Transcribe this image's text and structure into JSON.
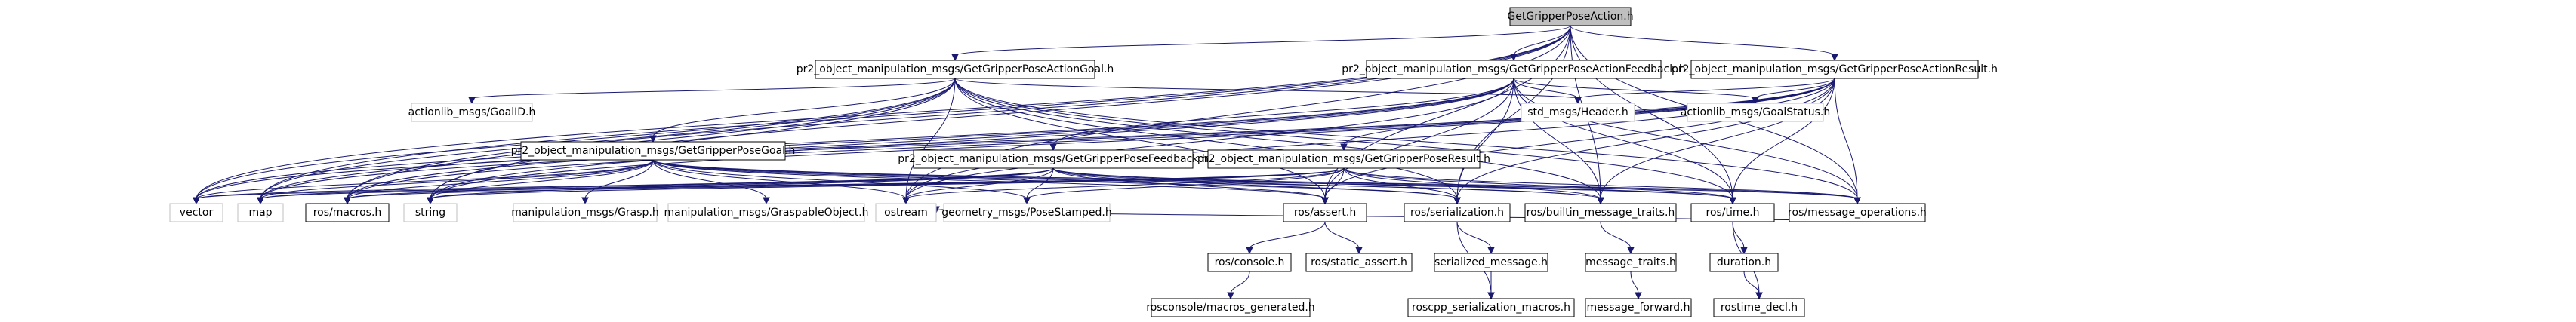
{
  "graph": {
    "colors": {
      "root_fill": "#bfbfbf",
      "header_stroke": "#000000",
      "external_stroke": "#bfbfbf",
      "node_fill": "#ffffff",
      "text": "#000000",
      "edge": "#191970"
    },
    "nodes": [
      {
        "id": "n0",
        "label": "GetGripperPoseAction.h",
        "kind": "root"
      },
      {
        "id": "n1",
        "label": "pr2_object_manipulation_msgs/GetGripperPoseActionGoal.h",
        "kind": "header"
      },
      {
        "id": "n2",
        "label": "pr2_object_manipulation_msgs/GetGripperPoseActionFeedback.h",
        "kind": "header"
      },
      {
        "id": "n3",
        "label": "pr2_object_manipulation_msgs/GetGripperPoseActionResult.h",
        "kind": "header"
      },
      {
        "id": "n4",
        "label": "actionlib_msgs/GoalID.h",
        "kind": "external"
      },
      {
        "id": "n5",
        "label": "pr2_object_manipulation_msgs/GetGripperPoseGoal.h",
        "kind": "header"
      },
      {
        "id": "n6",
        "label": "pr2_object_manipulation_msgs/GetGripperPoseFeedback.h",
        "kind": "header"
      },
      {
        "id": "n7",
        "label": "pr2_object_manipulation_msgs/GetGripperPoseResult.h",
        "kind": "header"
      },
      {
        "id": "n8",
        "label": "std_msgs/Header.h",
        "kind": "external"
      },
      {
        "id": "n9",
        "label": "actionlib_msgs/GoalStatus.h",
        "kind": "external"
      },
      {
        "id": "n10",
        "label": "vector",
        "kind": "external"
      },
      {
        "id": "n11",
        "label": "map",
        "kind": "external"
      },
      {
        "id": "n12",
        "label": "ros/macros.h",
        "kind": "header"
      },
      {
        "id": "n13",
        "label": "string",
        "kind": "external"
      },
      {
        "id": "n14",
        "label": "manipulation_msgs/Grasp.h",
        "kind": "external"
      },
      {
        "id": "n15",
        "label": "manipulation_msgs/GraspableObject.h",
        "kind": "external"
      },
      {
        "id": "n16",
        "label": "ostream",
        "kind": "external"
      },
      {
        "id": "n17",
        "label": "geometry_msgs/PoseStamped.h",
        "kind": "external"
      },
      {
        "id": "n18",
        "label": "ros/assert.h",
        "kind": "header"
      },
      {
        "id": "n19",
        "label": "ros/serialization.h",
        "kind": "header"
      },
      {
        "id": "n20",
        "label": "ros/builtin_message_traits.h",
        "kind": "header"
      },
      {
        "id": "n21",
        "label": "ros/time.h",
        "kind": "header"
      },
      {
        "id": "n22",
        "label": "ros/message_operations.h",
        "kind": "header"
      },
      {
        "id": "n23",
        "label": "ros/console.h",
        "kind": "header"
      },
      {
        "id": "n24",
        "label": "ros/static_assert.h",
        "kind": "header"
      },
      {
        "id": "n25",
        "label": "serialized_message.h",
        "kind": "header"
      },
      {
        "id": "n26",
        "label": "message_traits.h",
        "kind": "header"
      },
      {
        "id": "n27",
        "label": "duration.h",
        "kind": "header"
      },
      {
        "id": "n28",
        "label": "rosconsole/macros_generated.h",
        "kind": "header"
      },
      {
        "id": "n29",
        "label": "roscpp_serialization_macros.h",
        "kind": "header"
      },
      {
        "id": "n30",
        "label": "message_forward.h",
        "kind": "header"
      },
      {
        "id": "n31",
        "label": "rostime_decl.h",
        "kind": "header"
      }
    ],
    "edges": [
      [
        "n0",
        "n1"
      ],
      [
        "n0",
        "n2"
      ],
      [
        "n0",
        "n3"
      ],
      [
        "n0",
        "n10"
      ],
      [
        "n0",
        "n11"
      ],
      [
        "n0",
        "n13"
      ],
      [
        "n0",
        "n12"
      ],
      [
        "n0",
        "n16"
      ],
      [
        "n0",
        "n18"
      ],
      [
        "n0",
        "n19"
      ],
      [
        "n0",
        "n20"
      ],
      [
        "n0",
        "n21"
      ],
      [
        "n0",
        "n22"
      ],
      [
        "n1",
        "n4"
      ],
      [
        "n1",
        "n5"
      ],
      [
        "n1",
        "n8"
      ],
      [
        "n1",
        "n10"
      ],
      [
        "n1",
        "n11"
      ],
      [
        "n1",
        "n12"
      ],
      [
        "n1",
        "n13"
      ],
      [
        "n1",
        "n16"
      ],
      [
        "n1",
        "n18"
      ],
      [
        "n1",
        "n19"
      ],
      [
        "n1",
        "n20"
      ],
      [
        "n1",
        "n21"
      ],
      [
        "n1",
        "n22"
      ],
      [
        "n2",
        "n6"
      ],
      [
        "n2",
        "n8"
      ],
      [
        "n2",
        "n9"
      ],
      [
        "n2",
        "n10"
      ],
      [
        "n2",
        "n11"
      ],
      [
        "n2",
        "n12"
      ],
      [
        "n2",
        "n13"
      ],
      [
        "n2",
        "n16"
      ],
      [
        "n2",
        "n18"
      ],
      [
        "n2",
        "n19"
      ],
      [
        "n2",
        "n20"
      ],
      [
        "n2",
        "n21"
      ],
      [
        "n2",
        "n22"
      ],
      [
        "n3",
        "n7"
      ],
      [
        "n3",
        "n8"
      ],
      [
        "n3",
        "n9"
      ],
      [
        "n3",
        "n10"
      ],
      [
        "n3",
        "n11"
      ],
      [
        "n3",
        "n12"
      ],
      [
        "n3",
        "n13"
      ],
      [
        "n3",
        "n16"
      ],
      [
        "n3",
        "n18"
      ],
      [
        "n3",
        "n19"
      ],
      [
        "n3",
        "n20"
      ],
      [
        "n3",
        "n21"
      ],
      [
        "n3",
        "n22"
      ],
      [
        "n5",
        "n10"
      ],
      [
        "n5",
        "n11"
      ],
      [
        "n5",
        "n12"
      ],
      [
        "n5",
        "n13"
      ],
      [
        "n5",
        "n14"
      ],
      [
        "n5",
        "n15"
      ],
      [
        "n5",
        "n16"
      ],
      [
        "n5",
        "n17"
      ],
      [
        "n5",
        "n18"
      ],
      [
        "n5",
        "n19"
      ],
      [
        "n5",
        "n20"
      ],
      [
        "n5",
        "n21"
      ],
      [
        "n5",
        "n22"
      ],
      [
        "n6",
        "n10"
      ],
      [
        "n6",
        "n11"
      ],
      [
        "n6",
        "n12"
      ],
      [
        "n6",
        "n13"
      ],
      [
        "n6",
        "n16"
      ],
      [
        "n6",
        "n17"
      ],
      [
        "n6",
        "n18"
      ],
      [
        "n6",
        "n19"
      ],
      [
        "n6",
        "n20"
      ],
      [
        "n6",
        "n21"
      ],
      [
        "n6",
        "n22"
      ],
      [
        "n7",
        "n10"
      ],
      [
        "n7",
        "n11"
      ],
      [
        "n7",
        "n12"
      ],
      [
        "n7",
        "n13"
      ],
      [
        "n7",
        "n16"
      ],
      [
        "n7",
        "n17"
      ],
      [
        "n7",
        "n18"
      ],
      [
        "n7",
        "n19"
      ],
      [
        "n7",
        "n20"
      ],
      [
        "n7",
        "n21"
      ],
      [
        "n7",
        "n22"
      ],
      [
        "n18",
        "n23"
      ],
      [
        "n18",
        "n24"
      ],
      [
        "n19",
        "n25"
      ],
      [
        "n19",
        "n29"
      ],
      [
        "n20",
        "n26"
      ],
      [
        "n21",
        "n27"
      ],
      [
        "n21",
        "n31"
      ],
      [
        "n22",
        "n16"
      ],
      [
        "n23",
        "n28"
      ],
      [
        "n25",
        "n29"
      ],
      [
        "n26",
        "n30"
      ],
      [
        "n27",
        "n31"
      ]
    ]
  }
}
